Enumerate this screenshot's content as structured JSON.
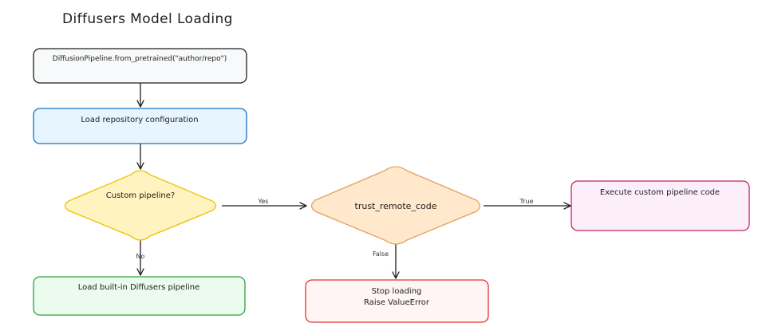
{
  "diagram": {
    "title": "Diffusers Model Loading",
    "nodes": {
      "start": {
        "label": "DiffusionPipeline.from_pretrained(\"author/repo\")"
      },
      "config": {
        "label": "Load repository configuration"
      },
      "custom_decision": {
        "label": "Custom pipeline?"
      },
      "builtin": {
        "label": "Load built-in Diffusers pipeline"
      },
      "trust_decision": {
        "label": "trust_remote_code"
      },
      "execute": {
        "label": "Execute custom pipeline code"
      },
      "stop": {
        "line1": "Stop loading",
        "line2": "Raise ValueError"
      }
    },
    "edges": {
      "yes": "Yes",
      "no": "No",
      "true": "True",
      "false": "False"
    }
  }
}
